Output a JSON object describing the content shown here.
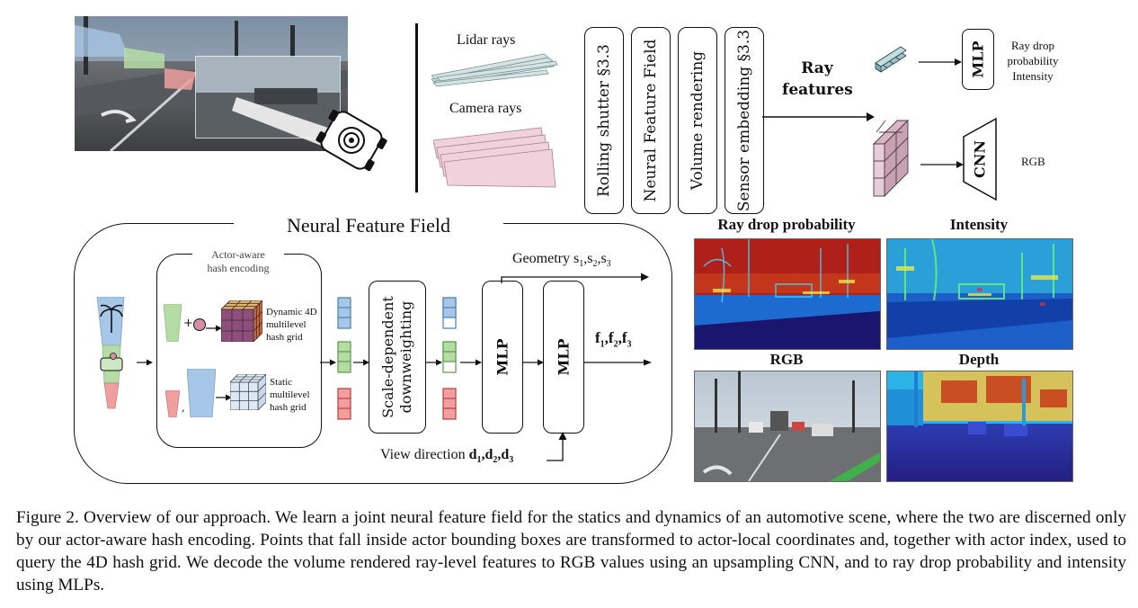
{
  "top": {
    "lidar_rays": "Lidar rays",
    "camera_rays": "Camera rays",
    "stages": [
      "Rolling shutter §3.3",
      "Neural Feature Field",
      "Volume rendering",
      "Sensor embedding §3.3"
    ],
    "ray_features": "Ray features",
    "mlp": "MLP",
    "cnn": "CNN",
    "mlp_outputs": [
      "Ray drop",
      "probability",
      "Intensity"
    ],
    "cnn_output": "RGB"
  },
  "nff": {
    "title": "Neural Feature Field",
    "hash_title_1": "Actor-aware",
    "hash_title_2": "hash encoding",
    "dynamic_grid": [
      "Dynamic 4D",
      "multilevel",
      "hash grid"
    ],
    "static_grid": [
      "Static",
      "multilevel",
      "hash grid"
    ],
    "downweighting_1": "Scale-dependent",
    "downweighting_2": "downweighting",
    "mlp1": "MLP",
    "mlp2": "MLP",
    "geometry": "Geometry s",
    "geometry_subs": [
      "1",
      "2",
      "3"
    ],
    "features": "f",
    "features_subs": [
      "1",
      "2",
      "3"
    ],
    "view_direction": "View direction",
    "view_subs": [
      "1",
      "2",
      "3"
    ],
    "plus_sign": "+",
    "comma": ","
  },
  "panels": {
    "ray_drop": "Ray drop probability",
    "intensity": "Intensity",
    "rgb": "RGB",
    "depth": "Depth"
  },
  "caption": "Figure 2. Overview of our approach. We learn a joint neural feature field for the statics and dynamics of an automotive scene, where the two are discerned only by our actor-aware hash encoding. Points that fall inside actor bounding boxes are transformed to actor-local coordinates and, together with actor index, used to query the 4D hash grid. We decode the volume rendered ray-level features to RGB values using an upsampling CNN, and to ray drop probability and intensity using MLPs.",
  "colors": {
    "blue": "#9ec3e6",
    "green": "#a9d5a0",
    "red": "#e89a9a",
    "purple": "#8e4f7c",
    "pink": "#e2c2cf",
    "teal": "#8fc0c0"
  }
}
